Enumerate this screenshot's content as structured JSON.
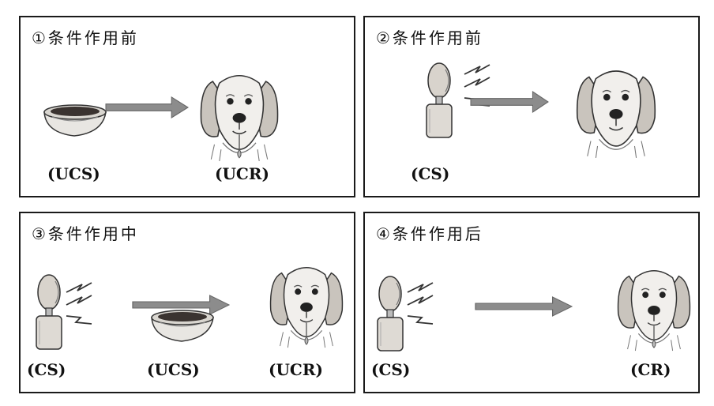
{
  "panels": [
    {
      "title": "①条件作用前",
      "labels": [
        "(UCS)",
        "(UCR)"
      ]
    },
    {
      "title": "②条件作用前",
      "labels": [
        "(CS)"
      ]
    },
    {
      "title": "③条件作用中",
      "labels": [
        "(CS)",
        "(UCS)",
        "(UCR)"
      ]
    },
    {
      "title": "④条件作用后",
      "labels": [
        "(CS)",
        "(CR)"
      ]
    }
  ],
  "colors": {
    "arrow": "#8c8c8c",
    "border": "#1a1a1a",
    "bell": "#d8d3cc"
  },
  "icons": [
    "food-bowl-icon",
    "dog-icon",
    "drooling-dog-icon",
    "bell-icon",
    "sound-wave-icon",
    "arrow-icon"
  ]
}
